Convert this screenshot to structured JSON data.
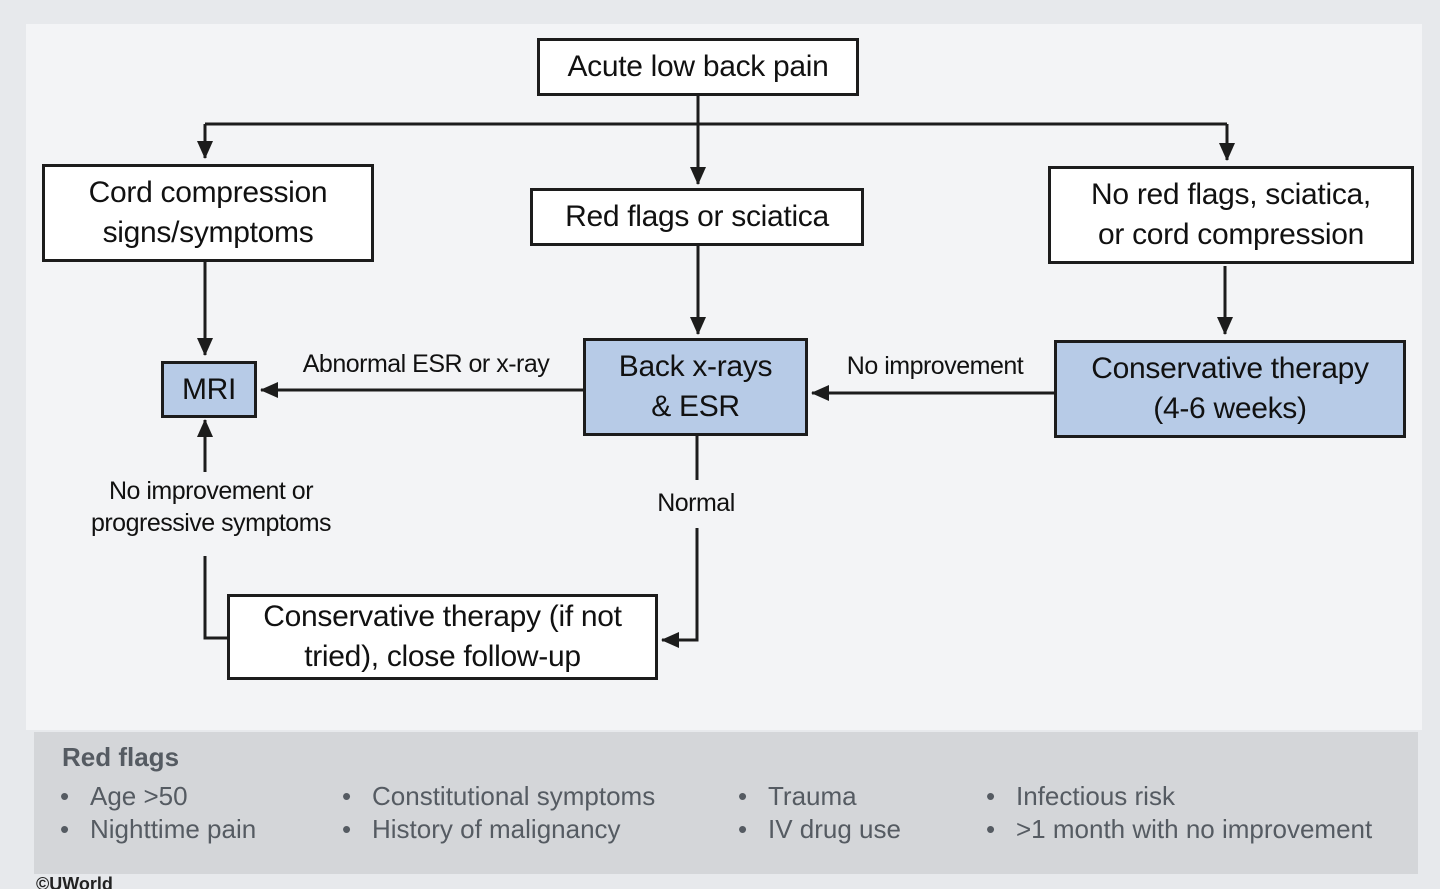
{
  "nodes": {
    "acute": "Acute low back pain",
    "cord": "Cord compression\nsigns/symptoms",
    "red_flags": "Red flags or sciatica",
    "no_red_flags": "No red flags, sciatica,\nor cord compression",
    "mri": "MRI",
    "xray": "Back x-rays\n& ESR",
    "conservative": "Conservative therapy\n(4-6 weeks)",
    "followup": "Conservative therapy (if not\ntried), close follow-up"
  },
  "edges": {
    "abnormal": "Abnormal ESR or x-ray",
    "no_improvement": "No improvement",
    "normal": "Normal",
    "progressive": "No improvement or\nprogressive symptoms"
  },
  "legend": {
    "title": "Red flags",
    "columns": [
      [
        "Age >50",
        "Nighttime pain"
      ],
      [
        "Constitutional symptoms",
        "History of malignancy"
      ],
      [
        "Trauma",
        "IV drug use"
      ],
      [
        "Infectious risk",
        ">1 month with no improvement"
      ]
    ]
  },
  "credit": "©UWorld",
  "colors": {
    "highlight_fill": "#b7cbe7",
    "box_fill": "#ffffff",
    "line": "#1c1c1c",
    "legend_bg": "#d4d6d9"
  }
}
